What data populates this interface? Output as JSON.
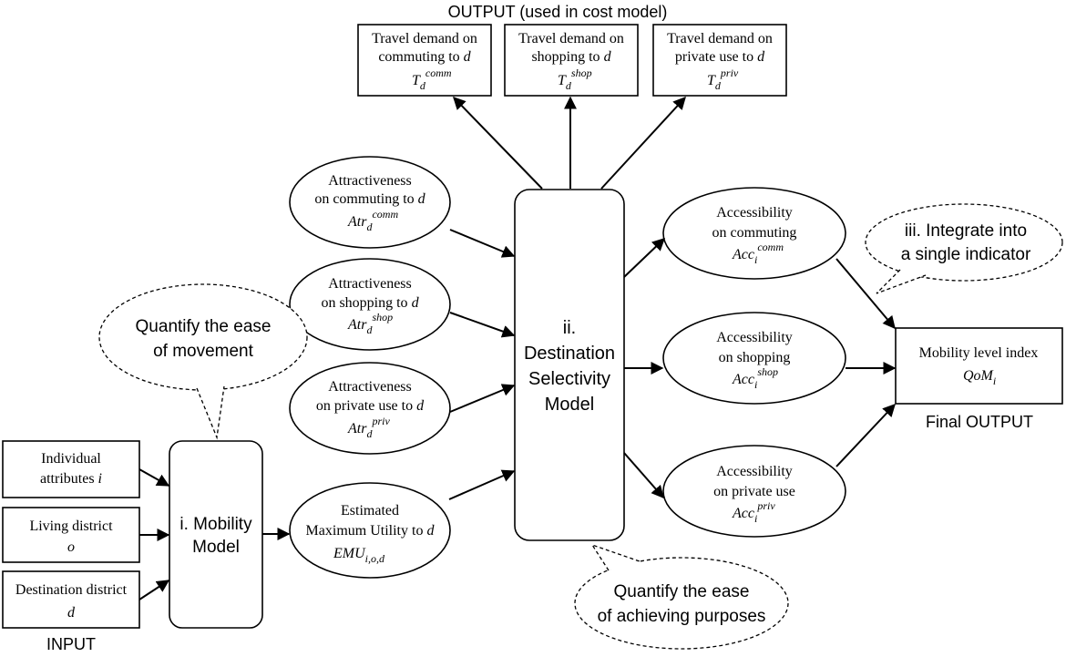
{
  "output_header": "OUTPUT (used in cost model)",
  "input_label": "INPUT",
  "final_output_label": "Final OUTPUT",
  "outputs": [
    {
      "line1": "Travel demand on",
      "line2": "commuting to",
      "var": "d",
      "sym": "T",
      "sub": "d",
      "sup": "comm"
    },
    {
      "line1": "Travel demand on",
      "line2": "shopping to",
      "var": "d",
      "sym": "T",
      "sub": "d",
      "sup": "shop"
    },
    {
      "line1": "Travel demand on",
      "line2": "private use to",
      "var": "d",
      "sym": "T",
      "sub": "d",
      "sup": "priv"
    }
  ],
  "inputs": [
    {
      "line1": "Individual",
      "line2": "attributes",
      "var": "i"
    },
    {
      "line1": "Living district",
      "line2": "",
      "var": "o"
    },
    {
      "line1": "Destination district",
      "line2": "",
      "var": "d"
    }
  ],
  "mobility_model": {
    "line1": "i. Mobility",
    "line2": "Model"
  },
  "destination_model": {
    "line1": "ii.",
    "line2": "Destination",
    "line3": "Selectivity",
    "line4": "Model"
  },
  "attractiveness": [
    {
      "line1": "Attractiveness",
      "line2": "on commuting to",
      "var": "d",
      "sym": "Atr",
      "sub": "d",
      "sup": "comm"
    },
    {
      "line1": "Attractiveness",
      "line2": "on shopping to",
      "var": "d",
      "sym": "Atr",
      "sub": "d",
      "sup": "shop"
    },
    {
      "line1": "Attractiveness",
      "line2": "on private use to",
      "var": "d",
      "sym": "Atr",
      "sub": "d",
      "sup": "priv"
    }
  ],
  "emu": {
    "line1": "Estimated",
    "line2": "Maximum Utility to",
    "var": "d",
    "sym": "EMU",
    "sub": "i,o,d"
  },
  "accessibility": [
    {
      "line1": "Accessibility",
      "line2": "on commuting",
      "sym": "Acc",
      "sub": "i",
      "sup": "comm"
    },
    {
      "line1": "Accessibility",
      "line2": "on shopping",
      "sym": "Acc",
      "sub": "i",
      "sup": "shop"
    },
    {
      "line1": "Accessibility",
      "line2": "on private use",
      "sym": "Acc",
      "sub": "i",
      "sup": "priv"
    }
  ],
  "final": {
    "line1": "Mobility level index",
    "sym": "QoM",
    "sub": "i"
  },
  "bubbles": {
    "movement": {
      "line1": "Quantify the ease",
      "line2": "of movement"
    },
    "purposes": {
      "line1": "Quantify the ease",
      "line2": "of achieving purposes"
    },
    "integrate": {
      "line1": "iii. Integrate into",
      "line2": "a single indicator"
    }
  }
}
